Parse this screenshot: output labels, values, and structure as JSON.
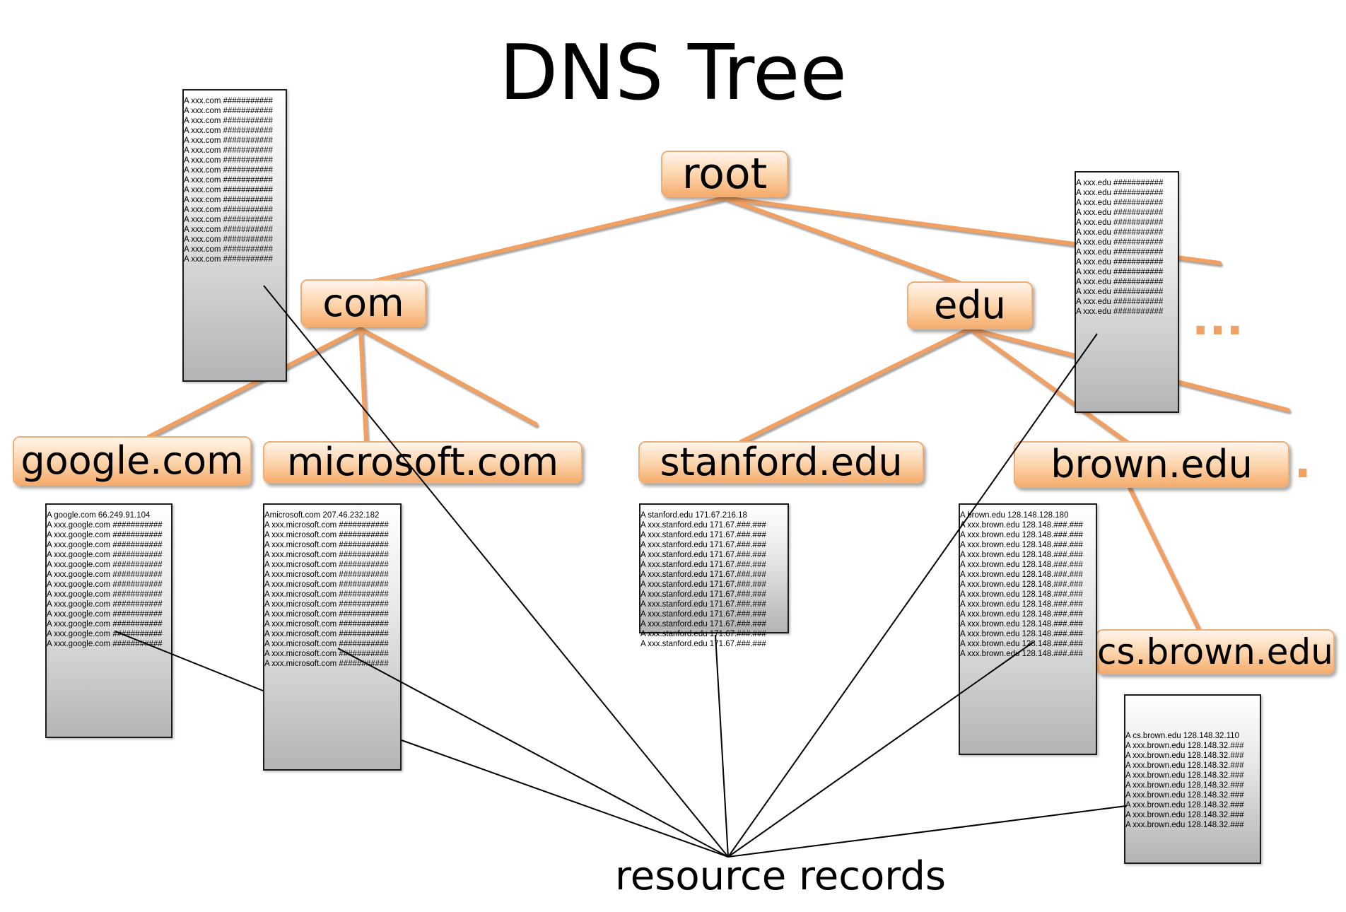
{
  "title": "DNS Tree",
  "footer_label": "resource records",
  "accent_color": "#f0a062",
  "ellipsis": "...",
  "nodes": {
    "root": "root",
    "com": "com",
    "edu": "edu",
    "google": "google.com",
    "microsoft": "microsoft.com",
    "stanford": "stanford.edu",
    "brown": "brown.edu",
    "cs_brown": "cs.brown.edu"
  },
  "records": {
    "com_zone": [
      "A xxx.com  ###########",
      "A xxx.com  ###########",
      "A xxx.com  ###########",
      "A xxx.com  ###########",
      "A xxx.com  ###########",
      "A xxx.com  ###########",
      "A xxx.com  ###########",
      "A xxx.com  ###########",
      "A xxx.com  ###########",
      "A xxx.com  ###########",
      "A xxx.com  ###########",
      "A xxx.com  ###########",
      "A xxx.com  ###########",
      "A xxx.com  ###########",
      "A xxx.com  ###########",
      "A xxx.com  ###########",
      "A xxx.com  ###########"
    ],
    "edu_zone": [
      "A xxx.edu  ###########",
      "A xxx.edu  ###########",
      "A xxx.edu  ###########",
      "A xxx.edu  ###########",
      "A xxx.edu  ###########",
      "A xxx.edu  ###########",
      "A xxx.edu  ###########",
      "A xxx.edu  ###########",
      "A xxx.edu  ###########",
      "A xxx.edu  ###########",
      "A xxx.edu  ###########",
      "A xxx.edu  ###########",
      "A xxx.edu  ###########",
      "A xxx.edu  ###########"
    ],
    "google": [
      "A google.com 66.249.91.104",
      "A xxx.google.com ###########",
      "A xxx.google.com ###########",
      "A xxx.google.com ###########",
      "A xxx.google.com ###########",
      "A xxx.google.com ###########",
      "A xxx.google.com ###########",
      "A xxx.google.com ###########",
      "A xxx.google.com ###########",
      "A xxx.google.com ###########",
      "A xxx.google.com ###########",
      "A xxx.google.com ###########",
      "A xxx.google.com ###########",
      "A xxx.google.com ###########"
    ],
    "microsoft": [
      "Amicrosoft.com 207.46.232.182",
      "A xxx.microsoft.com ###########",
      "A xxx.microsoft.com ###########",
      "A xxx.microsoft.com ###########",
      "A xxx.microsoft.com ###########",
      "A xxx.microsoft.com ###########",
      "A xxx.microsoft.com ###########",
      "A xxx.microsoft.com ###########",
      "A xxx.microsoft.com ###########",
      "A xxx.microsoft.com ###########",
      "A xxx.microsoft.com ###########",
      "A xxx.microsoft.com ###########",
      "A xxx.microsoft.com ###########",
      "A xxx.microsoft.com ###########",
      "A xxx.microsoft.com ###########",
      "A xxx.microsoft.com ###########"
    ],
    "stanford": [
      "A stanford.edu 171.67.216.18",
      "A xxx.stanford.edu 171.67.###.###",
      "A xxx.stanford.edu 171.67.###.###",
      "A xxx.stanford.edu 171.67.###.###",
      "A xxx.stanford.edu 171.67.###.###",
      "A xxx.stanford.edu 171.67.###.###",
      "A xxx.stanford.edu 171.67.###.###",
      "A xxx.stanford.edu 171.67.###.###",
      "A xxx.stanford.edu 171.67.###.###",
      "A xxx.stanford.edu 171.67.###.###",
      "A xxx.stanford.edu 171.67.###.###",
      "A xxx.stanford.edu 171.67.###.###",
      "A xxx.stanford.edu 171.67.###.###",
      "A xxx.stanford.edu 171.67.###.###"
    ],
    "brown": [
      "A brown.edu 128.148.128.180",
      "A xxx.brown.edu 128.148.###.###",
      "A xxx.brown.edu 128.148.###.###",
      "A xxx.brown.edu 128.148.###.###",
      "A xxx.brown.edu 128.148.###.###",
      "A xxx.brown.edu 128.148.###.###",
      "A xxx.brown.edu 128.148.###.###",
      "A xxx.brown.edu 128.148.###.###",
      "A xxx.brown.edu 128.148.###.###",
      "A xxx.brown.edu 128.148.###.###",
      "A xxx.brown.edu 128.148.###.###",
      "A xxx.brown.edu 128.148.###.###",
      "A xxx.brown.edu 128.148.###.###",
      "A xxx.brown.edu 128.148.###.###",
      "A xxx.brown.edu 128.148.###.###"
    ],
    "cs_brown": [
      "A cs.brown.edu 128.148.32.110",
      "A xxx.brown.edu 128.148.32.###",
      "A xxx.brown.edu 128.148.32.###",
      "A xxx.brown.edu 128.148.32.###",
      "A xxx.brown.edu 128.148.32.###",
      "A xxx.brown.edu 128.148.32.###",
      "A xxx.brown.edu 128.148.32.###",
      "A xxx.brown.edu 128.148.32.###",
      "A xxx.brown.edu 128.148.32.###",
      "A xxx.brown.edu 128.148.32.###"
    ]
  }
}
